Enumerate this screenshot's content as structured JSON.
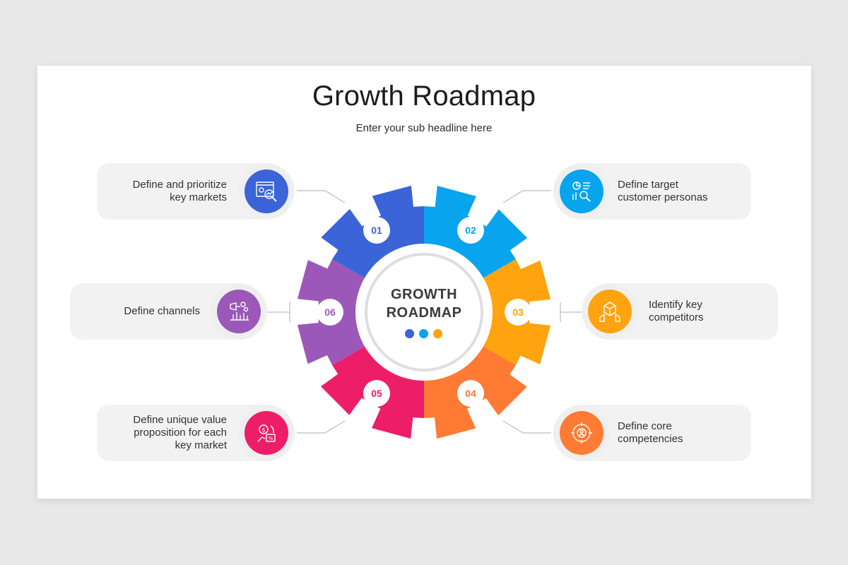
{
  "title": "Growth Roadmap",
  "subtitle": "Enter your sub headline here",
  "center": {
    "line1": "GROWTH",
    "line2": "ROADMAP"
  },
  "colors": {
    "s01": "#3a64d8",
    "s02": "#08a4ee",
    "s03": "#ffa30f",
    "s04": "#ff7a32",
    "s05": "#ee1d68",
    "s06": "#9b58b8"
  },
  "steps": [
    {
      "num": "01",
      "label": "Define and prioritize\nkey markets",
      "icon": "market-analysis-icon"
    },
    {
      "num": "02",
      "label": "Define target\ncustomer personas",
      "icon": "persona-chart-icon"
    },
    {
      "num": "03",
      "label": "Identify key\ncompetitors",
      "icon": "competitors-icon"
    },
    {
      "num": "04",
      "label": "Define core\ncompetencies",
      "icon": "target-competency-icon"
    },
    {
      "num": "05",
      "label": "Define unique value\nproposition for each\nkey market",
      "icon": "value-proposition-icon"
    },
    {
      "num": "06",
      "label": "Define channels",
      "icon": "channels-icon"
    }
  ]
}
